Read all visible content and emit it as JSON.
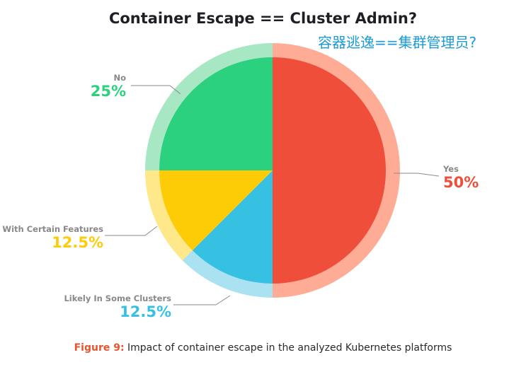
{
  "chart_data": {
    "type": "pie",
    "title": "Container Escape == Cluster Admin?",
    "subtitle": "容器逃逸==集群管理员?",
    "categories": [
      "Yes",
      "Likely In Some Clusters",
      "With Certain Features",
      "No"
    ],
    "values": [
      50,
      12.5,
      12.5,
      25
    ],
    "value_labels": [
      "50%",
      "12.5%",
      "12.5%",
      "25%"
    ],
    "colors": [
      "#ef4e3a",
      "#36c1e3",
      "#fecb07",
      "#2bd17e"
    ],
    "ring_colors": [
      "#ffac97",
      "#abe2f2",
      "#ffe889",
      "#a8e7c4"
    ]
  },
  "caption": {
    "figure_label": "Figure 9:",
    "text": " Impact of container escape in the analyzed Kubernetes platforms"
  }
}
